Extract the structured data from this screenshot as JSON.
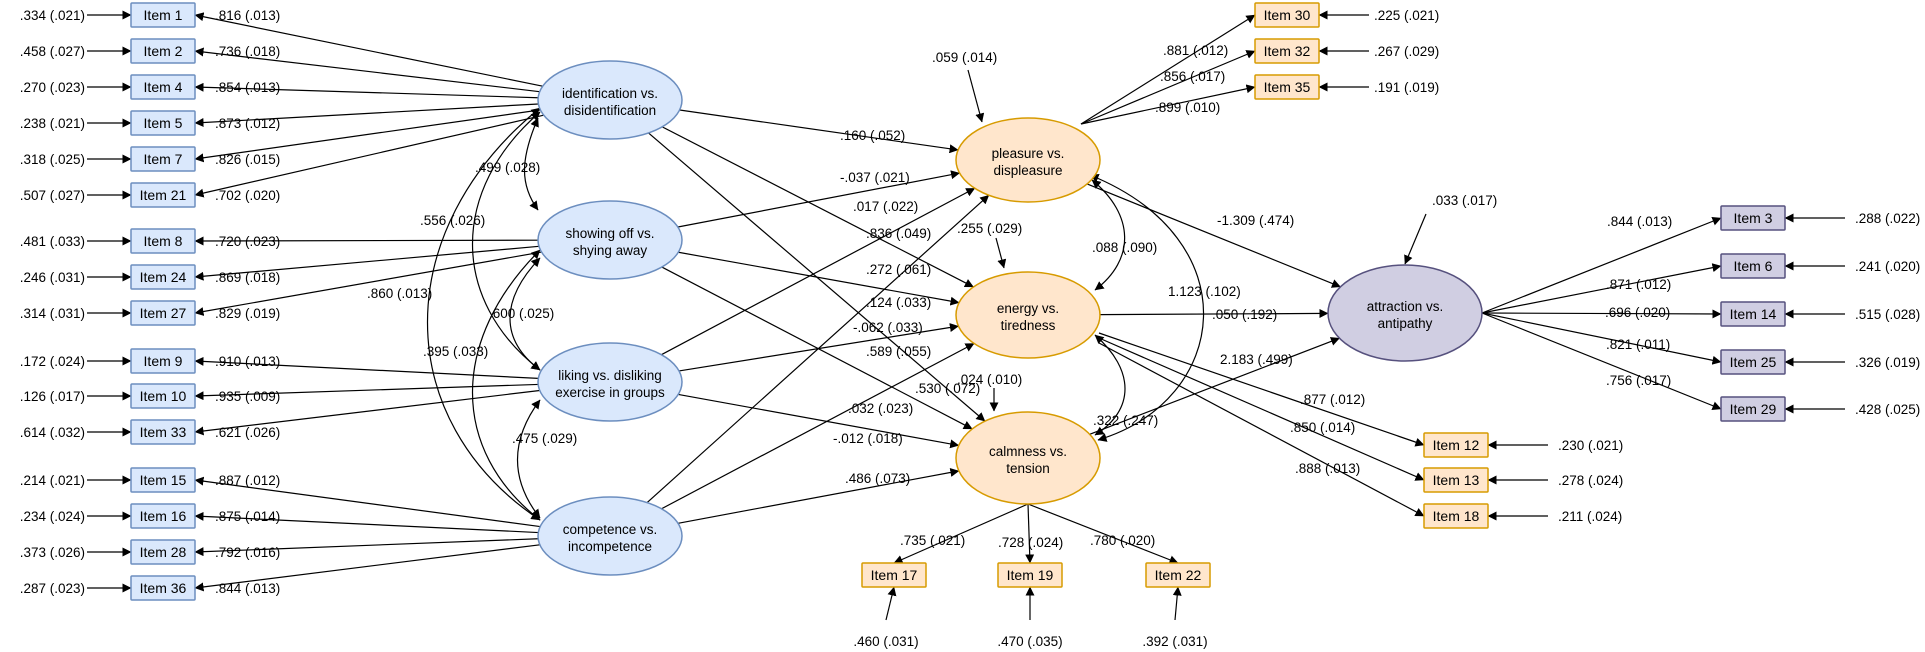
{
  "latents": {
    "ident": {
      "line1": "identification vs.",
      "line2": "disidentification",
      "fill": "#dae8fc",
      "stroke": "#6c8ebf"
    },
    "showing": {
      "line1": "showing off vs.",
      "line2": "shying away",
      "fill": "#dae8fc",
      "stroke": "#6c8ebf"
    },
    "liking": {
      "line1": "liking vs. disliking",
      "line2": "exercise in groups",
      "fill": "#dae8fc",
      "stroke": "#6c8ebf"
    },
    "comp": {
      "line1": "competence vs.",
      "line2": "incompetence",
      "fill": "#dae8fc",
      "stroke": "#6c8ebf"
    },
    "pleasure": {
      "line1": "pleasure vs.",
      "line2": "displeasure",
      "fill": "#ffe6cc",
      "stroke": "#d79b00"
    },
    "energy": {
      "line1": "energy vs.",
      "line2": "tiredness",
      "fill": "#ffe6cc",
      "stroke": "#d79b00"
    },
    "calm": {
      "line1": "calmness vs.",
      "line2": "tension",
      "fill": "#ffe6cc",
      "stroke": "#d79b00"
    },
    "attr": {
      "line1": "attraction vs.",
      "line2": "antipathy",
      "fill": "#d0cee2",
      "stroke": "#56517e"
    }
  },
  "items": {
    "i1": {
      "label": "Item 1",
      "error": ".334 (.021)",
      "loading": ".816 (.013)"
    },
    "i2": {
      "label": "Item 2",
      "error": ".458 (.027)",
      "loading": ".736 (.018)"
    },
    "i4": {
      "label": "Item 4",
      "error": ".270 (.023)",
      "loading": ".854 (.013)"
    },
    "i5": {
      "label": "Item 5",
      "error": ".238 (.021)",
      "loading": ".873 (.012)"
    },
    "i7": {
      "label": "Item 7",
      "error": ".318 (.025)",
      "loading": ".826 (.015)"
    },
    "i21": {
      "label": "Item 21",
      "error": ".507 (.027)",
      "loading": ".702 (.020)"
    },
    "i8": {
      "label": "Item 8",
      "error": ".481 (.033)",
      "loading": ".720 (.023)"
    },
    "i24": {
      "label": "Item 24",
      "error": ".246 (.031)",
      "loading": ".869 (.018)"
    },
    "i27": {
      "label": "Item 27",
      "error": ".314 (.031)",
      "loading": ".829 (.019)"
    },
    "i9": {
      "label": "Item 9",
      "error": ".172 (.024)",
      "loading": ".910 (.013)"
    },
    "i10": {
      "label": "Item 10",
      "error": ".126 (.017)",
      "loading": ".935 (.009)"
    },
    "i33": {
      "label": "Item 33",
      "error": ".614 (.032)",
      "loading": ".621 (.026)"
    },
    "i15": {
      "label": "Item 15",
      "error": ".214 (.021)",
      "loading": ".887 (.012)"
    },
    "i16": {
      "label": "Item 16",
      "error": ".234 (.024)",
      "loading": ".875 (.014)"
    },
    "i28": {
      "label": "Item 28",
      "error": ".373 (.026)",
      "loading": ".792 (.016)"
    },
    "i36": {
      "label": "Item 36",
      "error": ".287 (.023)",
      "loading": ".844  (.013)"
    },
    "i30": {
      "label": "Item 30",
      "error": ".225 (.021)",
      "loading": ".881 (.012)"
    },
    "i32": {
      "label": "Item 32",
      "error": ".267 (.029)",
      "loading": ".856 (.017)"
    },
    "i35": {
      "label": "Item 35",
      "error": ".191 (.019)",
      "loading": ".899 (.010)"
    },
    "i12": {
      "label": "Item 12",
      "error": ".230 (.021)",
      "loading": ".877 (.012)"
    },
    "i13": {
      "label": "Item 13",
      "error": ".278 (.024)",
      "loading": ".850 (.014)"
    },
    "i18": {
      "label": "Item 18",
      "error": ".211 (.024)",
      "loading": ".888 (.013)"
    },
    "i17": {
      "label": "Item 17",
      "error": ".460 (.031)",
      "loading": ".735 (.021)"
    },
    "i19": {
      "label": "Item 19",
      "error": ".470 (.035)",
      "loading": ".728 (.024)"
    },
    "i22": {
      "label": "Item 22",
      "error": ".392 (.031)",
      "loading": ".780 (.020)"
    },
    "i3": {
      "label": "Item 3",
      "error": ".288 (.022)",
      "loading": ".844 (.013)"
    },
    "i6": {
      "label": "Item 6",
      "error": ".241 (.020)",
      "loading": ".871 (.012)"
    },
    "i14": {
      "label": "Item 14",
      "error": ".515 (.028)",
      "loading": ".696 (.020)"
    },
    "i25": {
      "label": "Item 25",
      "error": ".326 (.019)",
      "loading": ".821 (.011)"
    },
    "i29": {
      "label": "Item 29",
      "error": ".428 (.025)",
      "loading": ".756 (.017)"
    }
  },
  "item_styles": {
    "blue": {
      "fill": "#dae8fc",
      "stroke": "#6c8ebf"
    },
    "orange": {
      "fill": "#ffe6cc",
      "stroke": "#d79b00"
    },
    "purple": {
      "fill": "#d0cee2",
      "stroke": "#56517e"
    }
  },
  "correlations": {
    "ident_showing": ".499 (.028)",
    "ident_liking": ".556 (.026)",
    "ident_comp": ".860 (.013)",
    "showing_liking": ".600 (.025)",
    "showing_comp": ".395 (.033)",
    "liking_comp": ".475 (.029)",
    "pleasure_energy": ".088 (.090)",
    "energy_calm": ".322 (.247)",
    "pleasure_calm": "1.123 (.102)"
  },
  "paths": {
    "ident_pleasure": ".160 (.052)",
    "ident_energy": ".017 (.022)",
    "ident_calm": ".272 (.061)",
    "showing_pleasure": "-.037 (.021)",
    "showing_energy": ".124 (.033)",
    "showing_calm": ".589 (.055)",
    "liking_pleasure": "-.062 (.033)",
    "liking_energy": ".530 (.072)",
    "liking_calm": ".032 (.023)",
    "comp_pleasure": ".836 (.049)",
    "comp_energy": "-.012 (.018)",
    "comp_calm": ".486 (.073)",
    "pleasure_attr": "-1.309 (.474)",
    "energy_attr": ".050 (.192)",
    "calm_attr": "2.183 (.499)"
  },
  "disturbances": {
    "pleasure": ".059 (.014)",
    "energy": ".255 (.029)",
    "calm": ".024 (.010)",
    "attr": ".033 (.017)"
  }
}
